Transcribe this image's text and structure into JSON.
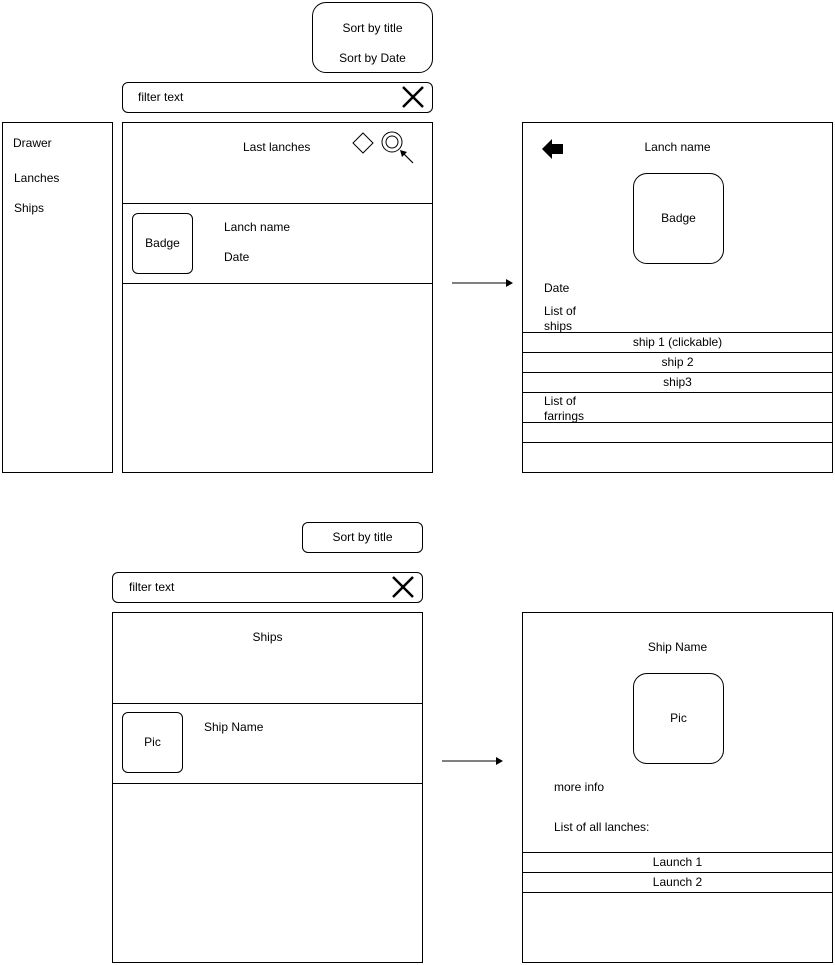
{
  "top": {
    "sort_menu": {
      "sort_by_title": "Sort by title",
      "sort_by_date": "Sort by Date"
    },
    "filter": {
      "placeholder": "filter text"
    },
    "drawer": {
      "title": "Drawer",
      "items": [
        "Lanches",
        "Ships"
      ]
    },
    "list": {
      "header_title": "Last lanches",
      "item": {
        "badge": "Badge",
        "name": "Lanch name",
        "date": "Date"
      }
    },
    "detail": {
      "title": "Lanch name",
      "badge": "Badge",
      "date": "Date",
      "ships_label": "List of\nships",
      "ships": [
        "ship 1 (clickable)",
        "ship 2",
        "ship3"
      ],
      "farrings_label": "List of\nfarrings"
    }
  },
  "bottom": {
    "sort_menu": {
      "sort_by_title": "Sort by title"
    },
    "filter": {
      "placeholder": "filter text"
    },
    "list": {
      "header_title": "Ships",
      "item": {
        "pic": "Pic",
        "name": "Ship Name"
      }
    },
    "detail": {
      "title": "Ship Name",
      "pic": "Pic",
      "more_info": "more info",
      "launches_label": "List of all lanches:",
      "launches": [
        "Launch 1",
        "Launch 2"
      ]
    }
  },
  "icons": {
    "close": "close-icon",
    "diamond": "diamond-icon",
    "search": "search-icon",
    "back": "back-arrow-icon",
    "arrow": "arrow-right-icon"
  }
}
